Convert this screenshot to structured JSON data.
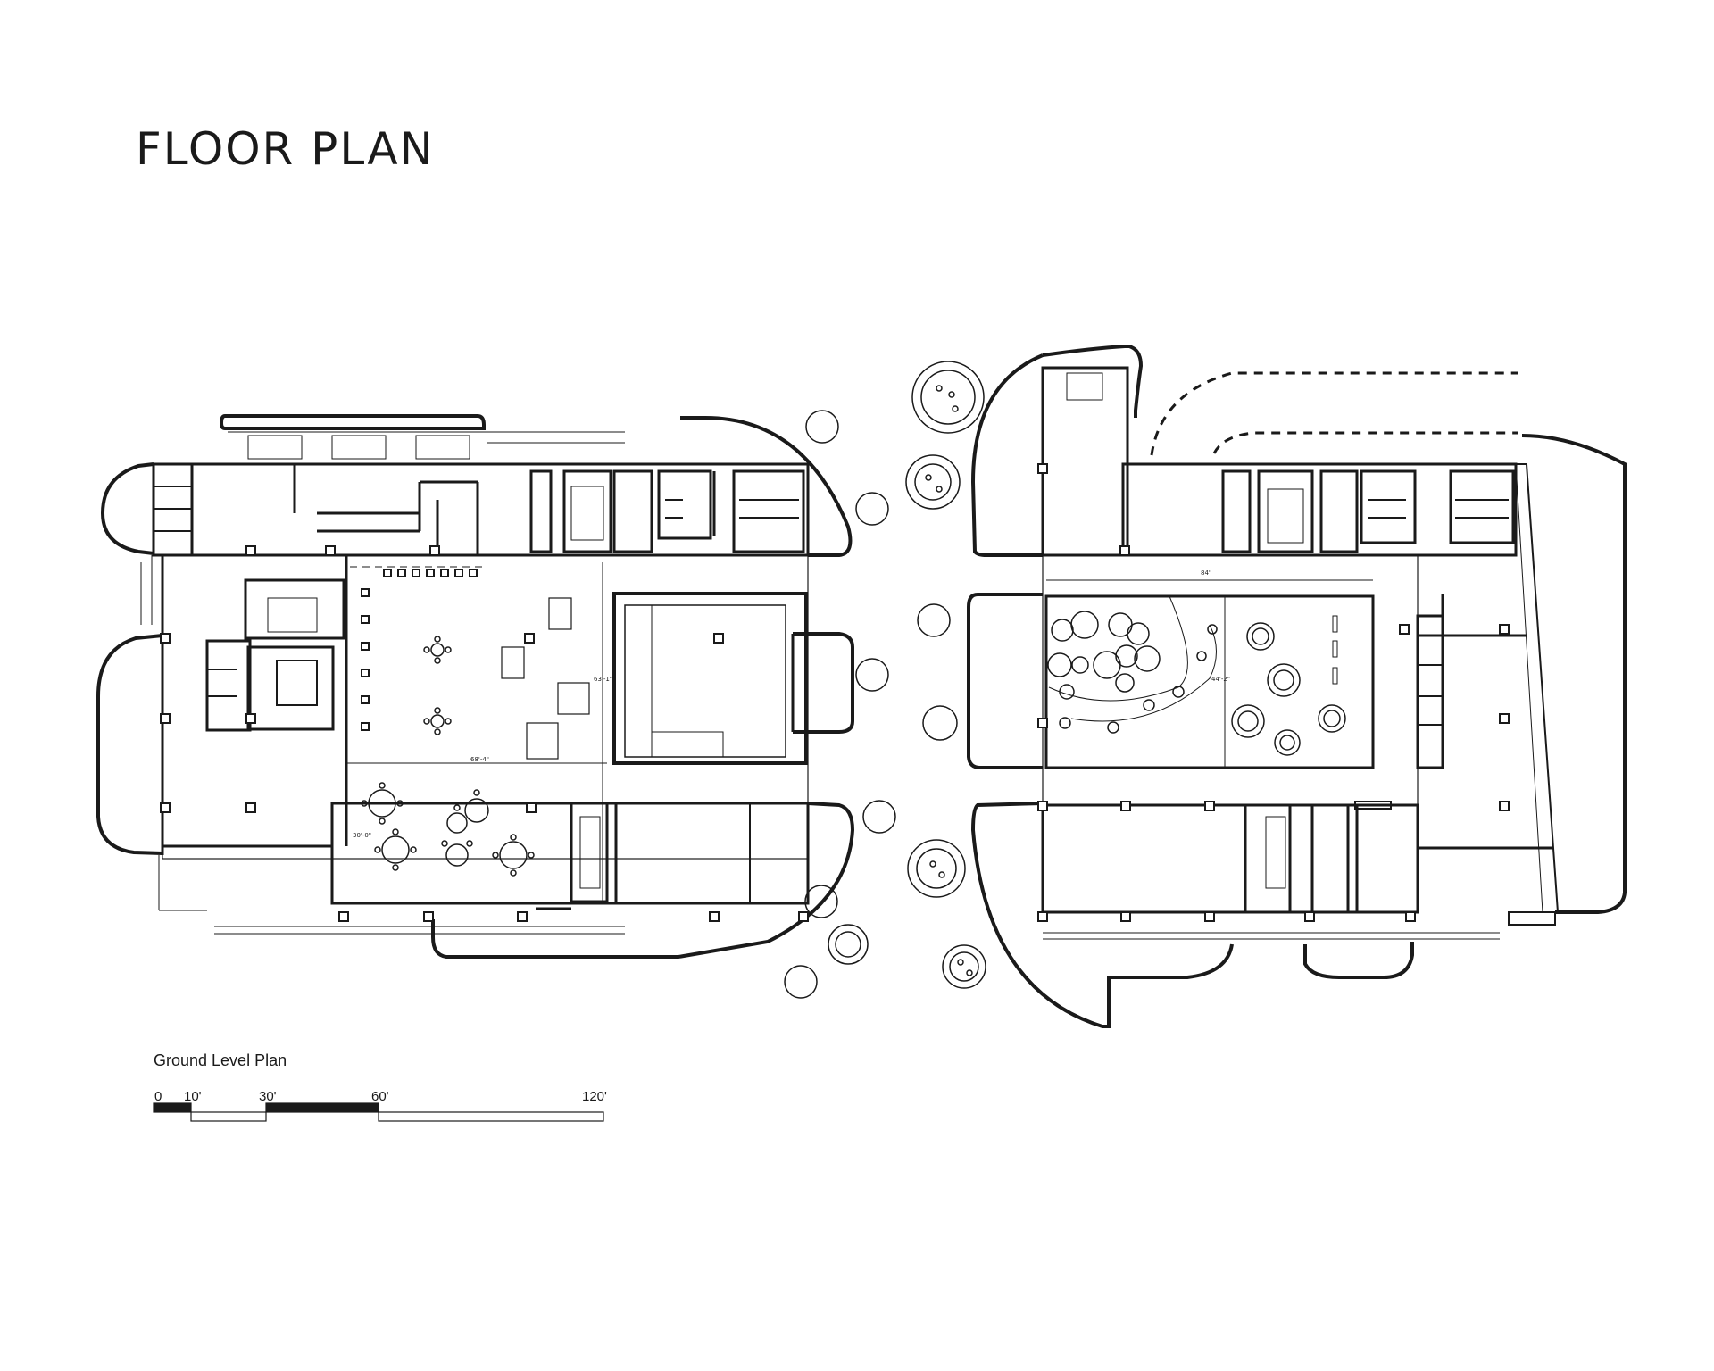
{
  "title": "FLOOR PLAN",
  "caption": "Ground Level Plan",
  "scale_bar": {
    "ticks": [
      "0",
      "10'",
      "30'",
      "60'",
      "120'"
    ]
  },
  "dimensions": {
    "west_width": "68'-4\"",
    "west_depth": "63'-1\"",
    "west_small": "30'-0\"",
    "east_width": "84'",
    "east_depth": "44'-2\""
  },
  "colors": {
    "line": "#1a1a1a",
    "fill": "#ffffff",
    "light": "#888888"
  }
}
